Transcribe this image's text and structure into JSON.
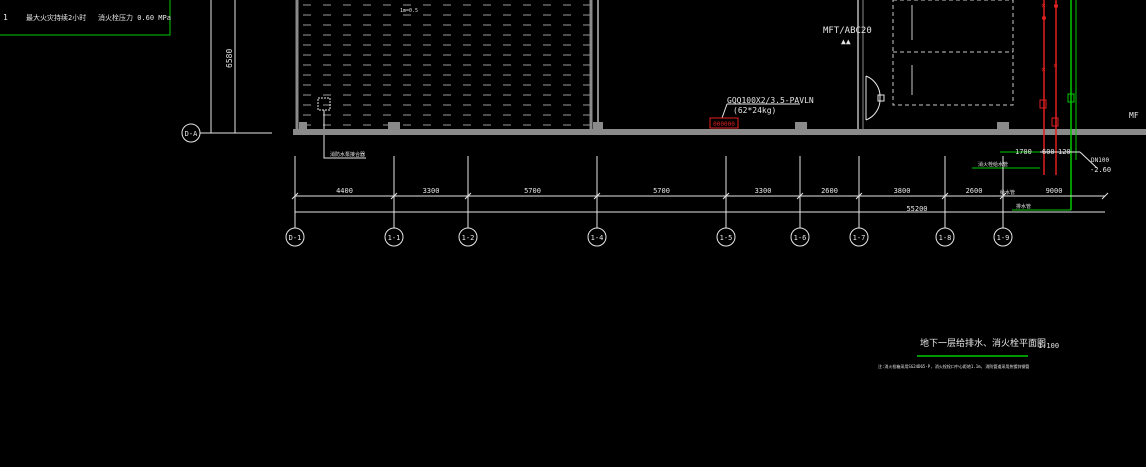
{
  "legend_table": {
    "row_index": "1",
    "item_text": "最大火灾持续2小时",
    "value_text": "消火栓压力 0.60 MPa"
  },
  "labels": {
    "dimension_6580": "6580",
    "room_tag_small": "1m=0.5",
    "mft_label": "MFT/ABC20",
    "mft_marks": "▲▲",
    "cabinet_code": "GQQ100X2/3.5-PAVLN",
    "cabinet_weight": "(62*24kg)",
    "cabinet_red_box": "000000",
    "hydrant_tag": "消防水泵接合器",
    "right_edge_tag": "MF",
    "dim_1700": "1700",
    "dim_600": "600",
    "dim_120": "120",
    "pipe_dn": "DN100",
    "elev_note": "-2.60",
    "green_label_1": "消火栓给水管",
    "green_label_2": "给水管",
    "green_label_3": "排水管"
  },
  "axis_labels": {
    "row_bubble": "D-A",
    "bubbles": [
      "D-1",
      "1-1",
      "1-2",
      "1-4",
      "1-5",
      "1-6",
      "1-7",
      "1-8",
      "1-9"
    ],
    "spans": [
      "4400",
      "3300",
      "5700",
      "5700",
      "3300",
      "2600",
      "3800",
      "2600",
      "9000"
    ],
    "total_dimension": "55200"
  },
  "title_block": {
    "title": "地下一层给排水、消火栓平面图",
    "scale": "1:100",
    "note": "注:消火栓箱采用SG24D65-P, 消火栓栓口中心距地1.1m, 消防管道采用热镀锌钢管"
  },
  "colors": {
    "background": "#000000",
    "wall_gray": "#8a8a8a",
    "line_white": "#e6e6e6",
    "pipe_green": "#00c800",
    "pipe_red": "#e02020"
  }
}
